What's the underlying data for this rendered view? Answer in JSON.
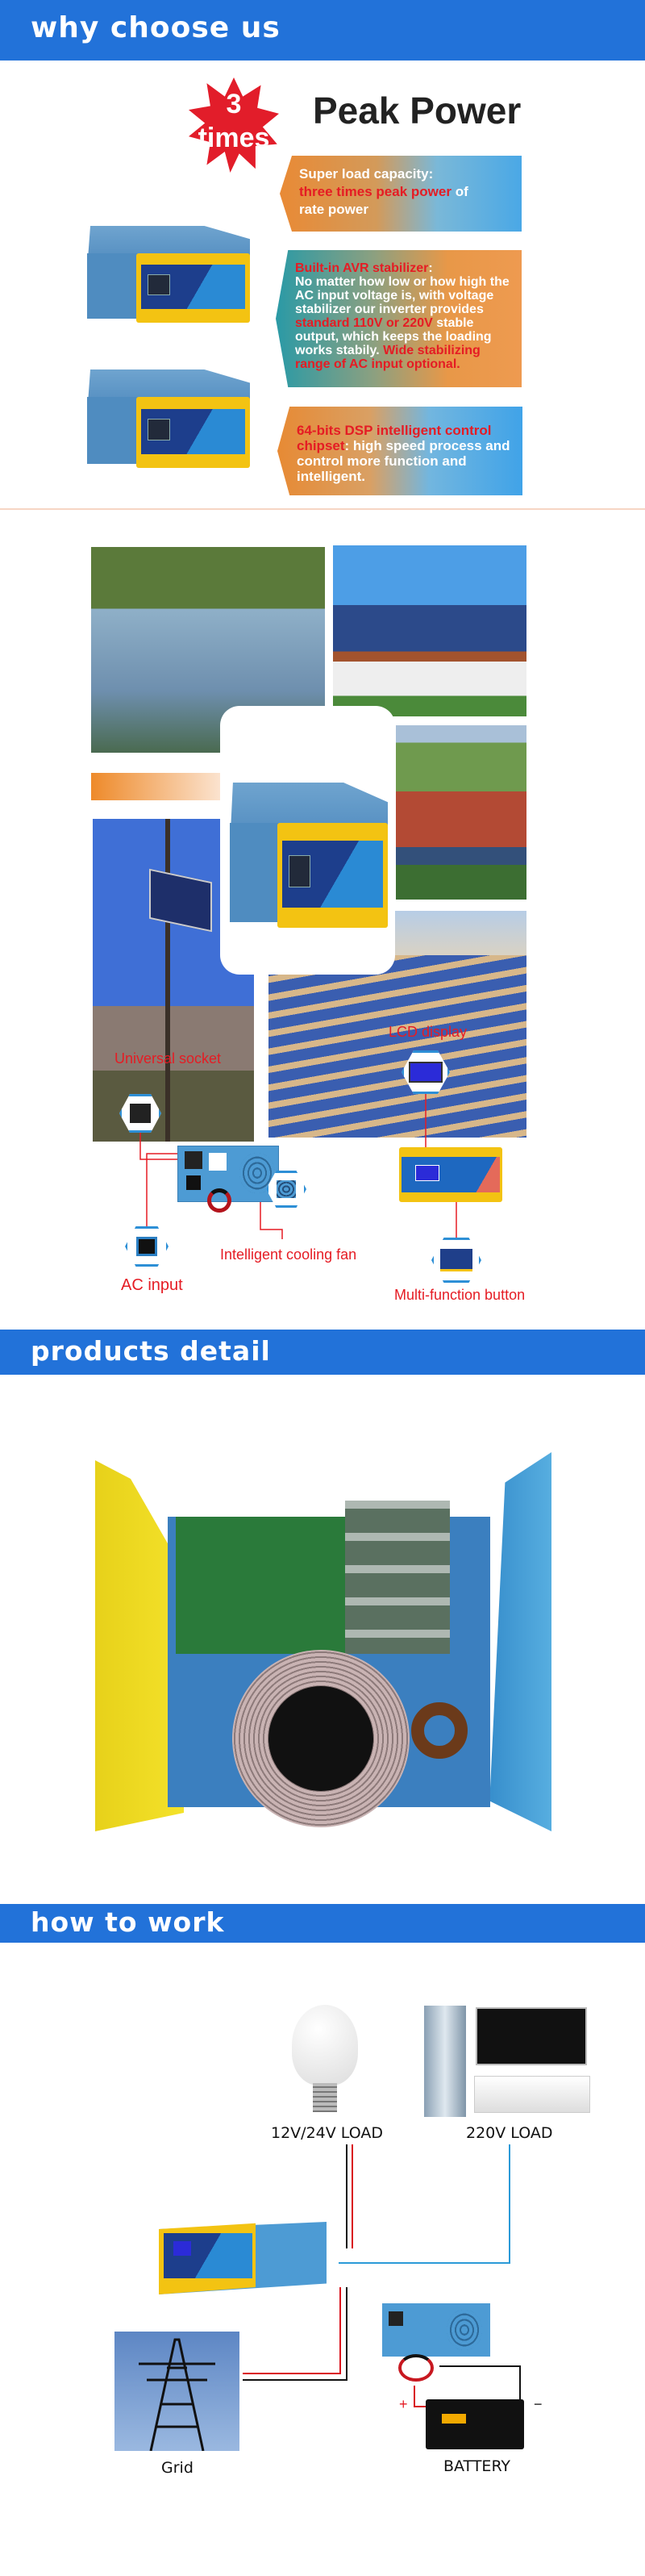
{
  "sections": {
    "why": "why choose us",
    "detail": "products detail",
    "work": "how to work"
  },
  "peak": {
    "badge_number": "3",
    "badge_word": "times",
    "title": "Peak Power"
  },
  "box1": {
    "line1": "Super load capacity:",
    "red": "three times peak power",
    "tail": " of",
    "line3": "rate power"
  },
  "box2": {
    "title": "Built-in AVR stabilizer",
    "colon": ":",
    "text1": "No matter how low or how high the AC input voltage is, with voltage stabilizer our inverter provides ",
    "red1": "standard 110V or 220V",
    "text2": " stable output, which keeps the loading works stabily. ",
    "red2": "Wide stabilizing range of AC input optional."
  },
  "box3": {
    "red": "64-bits DSP intelligent control chipset",
    "text": ": high speed process and control more function and intelligent."
  },
  "features": {
    "universal_socket": "Universal socket",
    "ac_input": "AC input",
    "cooling_fan": "Intelligent cooling fan",
    "lcd_display": "LCD display",
    "multi_button": "Multi-function button"
  },
  "diagram": {
    "load_dc": "12V/24V LOAD",
    "load_ac": "220V LOAD",
    "grid": "Grid",
    "battery": "BATTERY",
    "plus": "+",
    "minus": "−"
  },
  "colors": {
    "header": "#2272d9",
    "accent_red": "#e51c24",
    "orange": "#e98a35",
    "blue": "#4aa8e6"
  }
}
